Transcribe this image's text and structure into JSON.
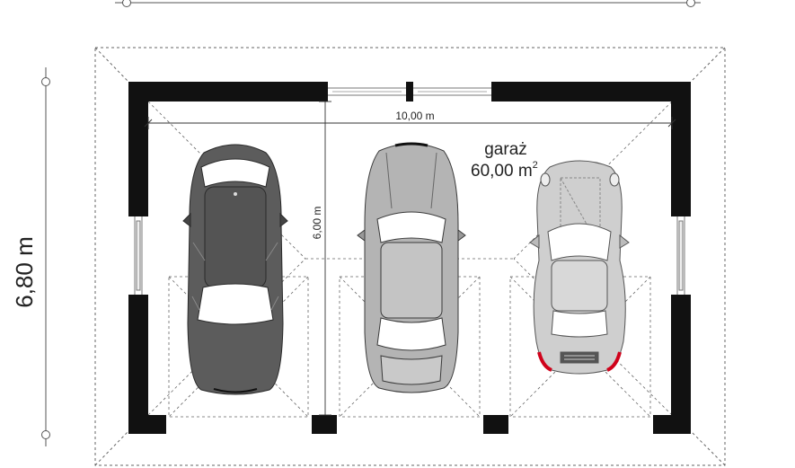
{
  "plan": {
    "inner_width_label": "10,00 m",
    "inner_depth_label": "6,00 m",
    "outer_depth_label": "6,80 m",
    "room": {
      "name": "garaż",
      "area_value": "60,00 m",
      "area_unit_sup": "2"
    },
    "colors": {
      "wall": "#111111",
      "dim_line": "#333333",
      "car_dark": "#5c5c5c",
      "car_mid": "#b4b4b4",
      "car_light": "#cfcfcf",
      "tail_light": "#d0021b"
    }
  }
}
